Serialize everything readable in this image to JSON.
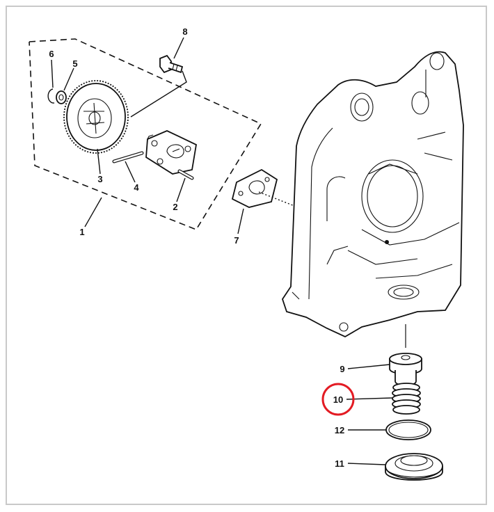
{
  "figure": {
    "highlight_color": "#e31b23",
    "highlighted_callout": "10",
    "callouts": [
      {
        "id": "c1",
        "text": "1"
      },
      {
        "id": "c2",
        "text": "2"
      },
      {
        "id": "c3",
        "text": "3"
      },
      {
        "id": "c4",
        "text": "4"
      },
      {
        "id": "c5",
        "text": "5"
      },
      {
        "id": "c6",
        "text": "6"
      },
      {
        "id": "c7",
        "text": "7"
      },
      {
        "id": "c8",
        "text": "8"
      },
      {
        "id": "c9",
        "text": "9"
      },
      {
        "id": "c10",
        "text": "10"
      },
      {
        "id": "c11",
        "text": "11"
      },
      {
        "id": "c12",
        "text": "12"
      }
    ]
  }
}
